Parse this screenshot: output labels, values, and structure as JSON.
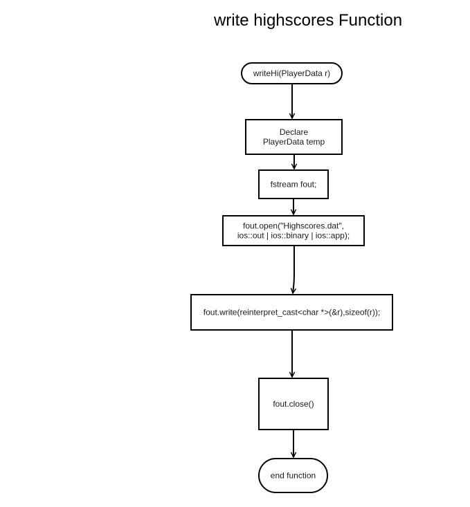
{
  "title": "write highscores Function",
  "nodes": [
    {
      "id": "start",
      "kind": "terminator",
      "lines": [
        "writeHi(PlayerData r)"
      ]
    },
    {
      "id": "declare",
      "kind": "process",
      "lines": [
        "Declare",
        "PlayerData temp"
      ]
    },
    {
      "id": "fstream",
      "kind": "process",
      "lines": [
        "fstream fout;"
      ]
    },
    {
      "id": "open",
      "kind": "process",
      "lines": [
        "fout.open(\"Highscores.dat\",",
        "ios::out | ios::binary | ios::app);"
      ]
    },
    {
      "id": "write",
      "kind": "process",
      "lines": [
        "fout.write(reinterpret_cast<char *>(&r),sizeof(r));"
      ]
    },
    {
      "id": "close",
      "kind": "process",
      "lines": [
        "fout.close()"
      ]
    },
    {
      "id": "end",
      "kind": "terminator",
      "lines": [
        "end function"
      ]
    }
  ],
  "edges": [
    {
      "from": "start",
      "to": "declare"
    },
    {
      "from": "declare",
      "to": "fstream"
    },
    {
      "from": "fstream",
      "to": "open"
    },
    {
      "from": "open",
      "to": "write"
    },
    {
      "from": "write",
      "to": "close"
    },
    {
      "from": "close",
      "to": "end"
    }
  ]
}
